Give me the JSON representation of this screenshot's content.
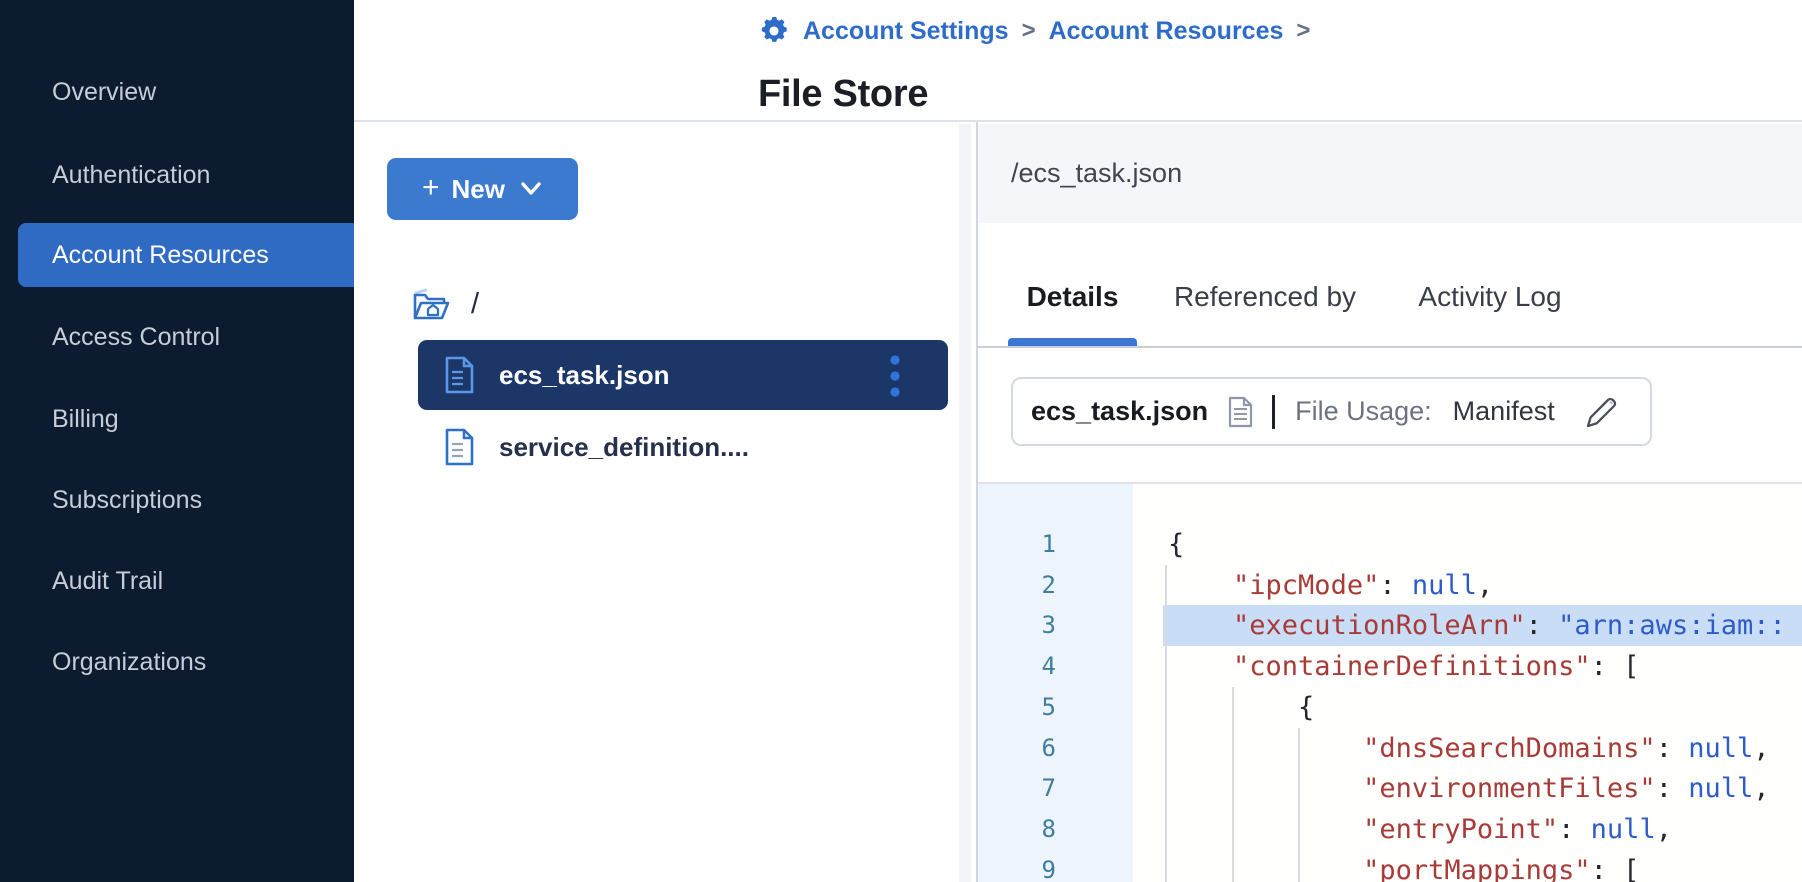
{
  "sidebar": {
    "items": [
      {
        "label": "Overview",
        "selected": false
      },
      {
        "label": "Authentication",
        "selected": false
      },
      {
        "label": "Account Resources",
        "selected": true
      },
      {
        "label": "Access Control",
        "selected": false
      },
      {
        "label": "Billing",
        "selected": false
      },
      {
        "label": "Subscriptions",
        "selected": false
      },
      {
        "label": "Audit Trail",
        "selected": false
      },
      {
        "label": "Organizations",
        "selected": false
      }
    ]
  },
  "header": {
    "breadcrumbs": [
      {
        "label": "Account Settings"
      },
      {
        "label": "Account Resources"
      }
    ],
    "separator": ">",
    "title": "File Store"
  },
  "tree": {
    "new_button": {
      "plus": "+",
      "label": "New"
    },
    "root_label": "/",
    "files": [
      {
        "name": "ecs_task.json",
        "selected": true
      },
      {
        "name": "service_definition....",
        "selected": false
      }
    ]
  },
  "detail": {
    "path": "/ecs_task.json",
    "tabs": [
      {
        "label": "Details",
        "active": true
      },
      {
        "label": "Referenced by",
        "active": false
      },
      {
        "label": "Activity Log",
        "active": false
      }
    ],
    "file_info": {
      "name": "ecs_task.json",
      "usage_label": "File Usage:",
      "usage_value": "Manifest"
    }
  },
  "editor": {
    "lines": [
      {
        "n": "1",
        "highlighted": false,
        "segments": [
          {
            "t": "{",
            "c": "p"
          }
        ]
      },
      {
        "n": "2",
        "highlighted": false,
        "segments": [
          {
            "t": "    ",
            "c": "p"
          },
          {
            "t": "\"ipcMode\"",
            "c": "k"
          },
          {
            "t": ": ",
            "c": "p"
          },
          {
            "t": "null",
            "c": "v"
          },
          {
            "t": ",",
            "c": "p"
          }
        ]
      },
      {
        "n": "3",
        "highlighted": true,
        "segments": [
          {
            "t": "    ",
            "c": "p"
          },
          {
            "t": "\"executionRoleArn\"",
            "c": "k"
          },
          {
            "t": ": ",
            "c": "p"
          },
          {
            "t": "\"arn:aws:iam::",
            "c": "v"
          }
        ]
      },
      {
        "n": "4",
        "highlighted": false,
        "segments": [
          {
            "t": "    ",
            "c": "p"
          },
          {
            "t": "\"containerDefinitions\"",
            "c": "k"
          },
          {
            "t": ": [",
            "c": "p"
          }
        ]
      },
      {
        "n": "5",
        "highlighted": false,
        "segments": [
          {
            "t": "        {",
            "c": "p"
          }
        ]
      },
      {
        "n": "6",
        "highlighted": false,
        "segments": [
          {
            "t": "            ",
            "c": "p"
          },
          {
            "t": "\"dnsSearchDomains\"",
            "c": "k"
          },
          {
            "t": ": ",
            "c": "p"
          },
          {
            "t": "null",
            "c": "v"
          },
          {
            "t": ",",
            "c": "p"
          }
        ]
      },
      {
        "n": "7",
        "highlighted": false,
        "segments": [
          {
            "t": "            ",
            "c": "p"
          },
          {
            "t": "\"environmentFiles\"",
            "c": "k"
          },
          {
            "t": ": ",
            "c": "p"
          },
          {
            "t": "null",
            "c": "v"
          },
          {
            "t": ",",
            "c": "p"
          }
        ]
      },
      {
        "n": "8",
        "highlighted": false,
        "segments": [
          {
            "t": "            ",
            "c": "p"
          },
          {
            "t": "\"entryPoint\"",
            "c": "k"
          },
          {
            "t": ": ",
            "c": "p"
          },
          {
            "t": "null",
            "c": "v"
          },
          {
            "t": ",",
            "c": "p"
          }
        ]
      },
      {
        "n": "9",
        "highlighted": false,
        "segments": [
          {
            "t": "            ",
            "c": "p"
          },
          {
            "t": "\"portMappings\"",
            "c": "k"
          },
          {
            "t": ": [",
            "c": "p"
          }
        ]
      }
    ]
  },
  "colors": {
    "sidebar_bg": "#0c1b2f",
    "sidebar_selected": "#2f6bc3",
    "button_blue": "#3c7ad0",
    "link_blue": "#2e6cc9",
    "tree_selected_navy": "#1c3767",
    "tab_underline": "#3c76d2",
    "code_key_red": "#a83b38",
    "code_value_blue": "#2d5bc8",
    "code_line_highlight": "#c9def6",
    "line_number_teal": "#3e7da0",
    "gutter_bg": "#eef4fb",
    "band_bg": "#f5f6fa"
  }
}
